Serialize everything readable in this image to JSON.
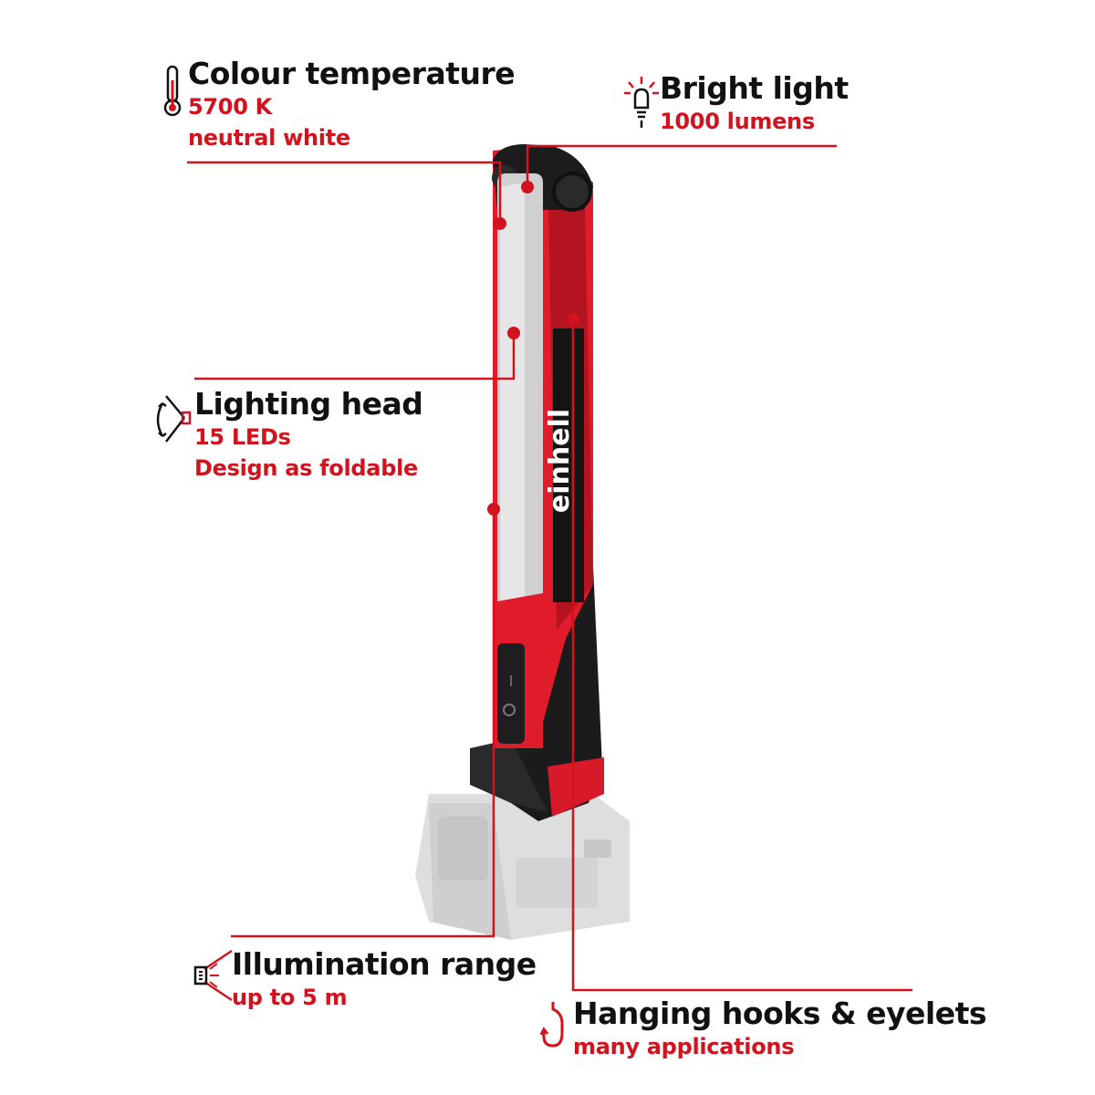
{
  "colors": {
    "accent": "#d1121f",
    "text": "#111111",
    "battery": "#d9d9d9",
    "lamp_body": "#e01b2a",
    "dark_grip": "#1b1b1b"
  },
  "product": {
    "brand": "einhell"
  },
  "features": {
    "colour_temperature": {
      "icon": "thermometer-icon",
      "title": "Colour temperature",
      "line1": "5700 K",
      "line2": "neutral white"
    },
    "bright_light": {
      "icon": "light-bulb-icon",
      "title": "Bright light",
      "line1": "1000 lumens"
    },
    "lighting_head": {
      "icon": "fold-rotate-icon",
      "title": "Lighting head",
      "line1": "15 LEDs",
      "line2": "Design as foldable"
    },
    "illumination_range": {
      "icon": "lamp-range-icon",
      "title": "Illumination range",
      "line1": "up to 5 m"
    },
    "hanging_hooks": {
      "icon": "hook-icon",
      "title": "Hanging hooks & eyelets",
      "line1": "many applications"
    }
  }
}
